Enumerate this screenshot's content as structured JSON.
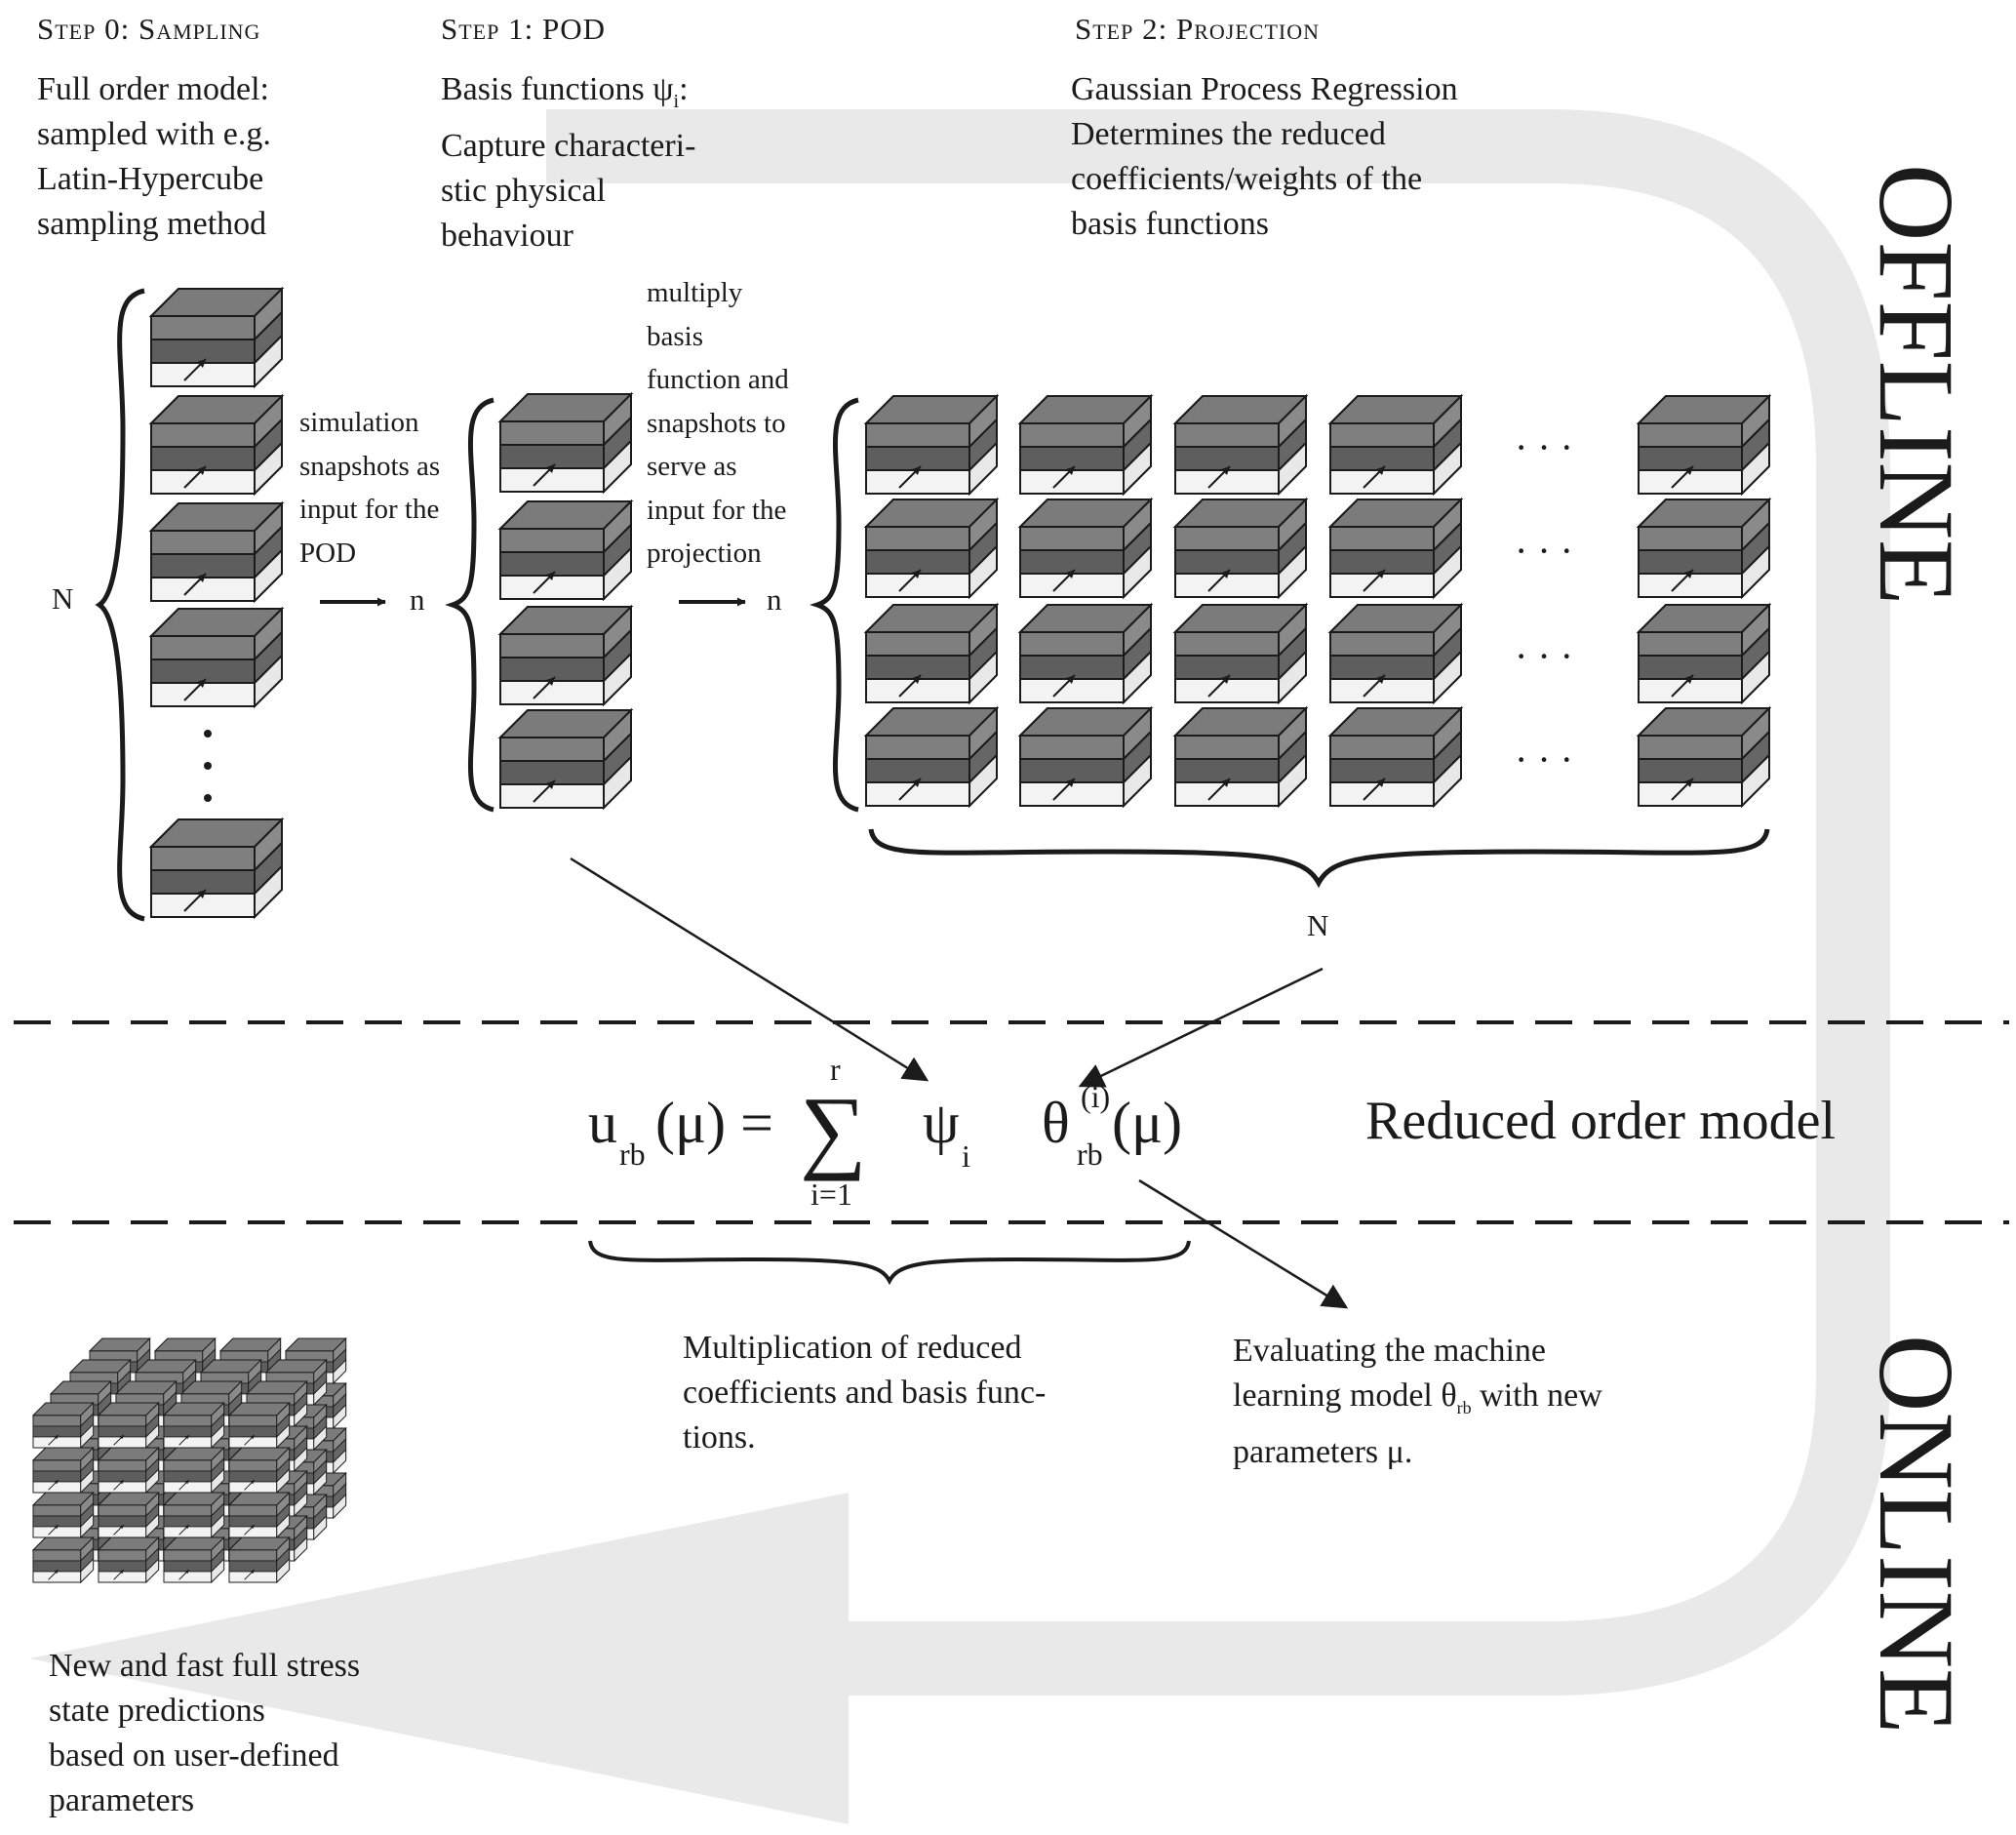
{
  "steps": [
    {
      "heading": "Step 0: Sampling",
      "lines": [
        "Full order model:",
        "sampled with e.g.",
        "Latin-Hypercube",
        "sampling method"
      ]
    },
    {
      "heading": "Step 1: POD",
      "lines": [
        "Basis functions ψ",
        "Capture characteri-",
        "stic physical",
        "behaviour"
      ],
      "subscript": "i",
      "suffix": ":"
    },
    {
      "heading": "Step 2: Projection",
      "lines": [
        "Gaussian Process Regression",
        "Determines the reduced",
        "coefficients/weights of the",
        "basis functions"
      ]
    }
  ],
  "notes": {
    "snapshots": [
      "simulation",
      "snapshots as",
      "input for the",
      "POD"
    ],
    "multiply": [
      "multiply",
      "basis",
      "function and",
      "snapshots to",
      "serve as",
      "input for the",
      "projection"
    ]
  },
  "labels": {
    "N_left": "N",
    "n_mid": "n",
    "n_right": "n",
    "N_bottom": "N",
    "offline": "OFFLINE",
    "online": "ONLINE",
    "reduced_order_model": "Reduced order model"
  },
  "equation": {
    "u": "u",
    "u_sub": "rb",
    "mu1": "(μ) =",
    "sigma": "∑",
    "sum_top": "r",
    "sum_bottom": "i=1",
    "psi": "ψ",
    "psi_sub": "i",
    "theta": "θ",
    "theta_sup": "(i)",
    "theta_sub": "rb",
    "mu2": "(μ)"
  },
  "bottom_texts": {
    "multiplication": [
      "Multiplication of reduced",
      "coefficients and basis func-",
      "tions."
    ],
    "evaluating": {
      "line1": "Evaluating the machine",
      "line2_pre": "learning model θ",
      "line2_sub": "rb",
      "line2_post": " with new",
      "line3": "parameters μ."
    },
    "predictions": [
      "New and fast full stress",
      "state predictions",
      "based on user-defined",
      "parameters"
    ]
  },
  "ellipsis": "· · ·",
  "colors": {
    "arrow_band": "#e9e9e9",
    "block_top": "#7d7d7d",
    "block_mid": "#5f5f5f",
    "block_bottom": "#f2f2f2",
    "ink": "#1b1b1b"
  }
}
